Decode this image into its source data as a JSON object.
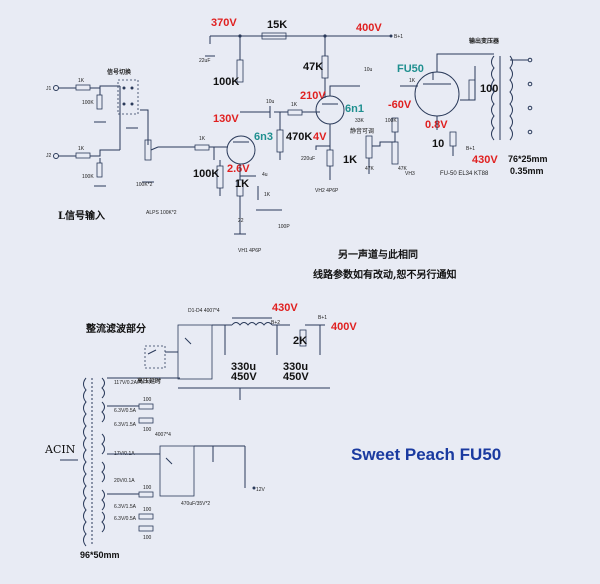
{
  "title": "Sweet Peach  FU50",
  "note_line1": "另一声道与此相同",
  "note_line2": "线路参数如有改动,恕不另行通知",
  "input_label": "L信号输入",
  "signal_switch": "信号切换",
  "pot_label": "ALPS 100K*2",
  "output_transformer": "输出变压器",
  "rectifier_section": "整流滤波部分",
  "power_switch": "高压延时",
  "acin": "ACIN",
  "ptx_dims": "96*50mm",
  "otx_dims_1": "76*25mm",
  "otx_dims_2": "0.35mm",
  "tubes": {
    "v1": "6n3",
    "v2": "6n1",
    "v3": "FU50"
  },
  "voltages": {
    "v370": "370V",
    "v400a": "400V",
    "v130": "130V",
    "v2_6": "2.6V",
    "v210": "210V",
    "v4": "4V",
    "vneg60": "-60V",
    "v0_8": "0.8V",
    "v430a": "430V",
    "v430b": "430V",
    "v400b": "400V"
  },
  "resistors": {
    "r15k": "15K",
    "r100k_a": "100K",
    "r100k_b": "100K",
    "r1k_a": "1K",
    "r47k": "47K",
    "r470k": "470K",
    "r1k_b": "1K",
    "r100": "100",
    "r10": "10",
    "r2k": "2K"
  },
  "caps": {
    "c330_1": "330u",
    "c450_1": "450V",
    "c330_2": "330u",
    "c450_2": "450V"
  },
  "small": {
    "in_1k_a": "1K",
    "in_100k_a": "100K",
    "in_1k_b": "1K",
    "in_100k_b": "100K",
    "c22u": "22uF",
    "c10a": "10u",
    "c10b": "10u",
    "r1k_c": "1K",
    "c220u": "220uF",
    "c4u": "4u",
    "cap100p": "100P",
    "r22": "22",
    "c220u_b": "220uF",
    "r1k_d": "1K",
    "r33k": "33K",
    "r100k_c": "100K",
    "bias": "静音可调",
    "r47k_s": "47K",
    "r47k_t": "47K",
    "fu50_info": "FU-50 EL34 KT88",
    "heater1": "VH1 4P6P",
    "heater2": "VH2 4P6P",
    "heater3": "VH3",
    "b_plus1": "B+1",
    "b_plus2": "B+1",
    "b_plus3": "B+2",
    "b_plus4": "B+1",
    "sec1": "117V/0.2A",
    "sec2": "6.3V/0.5A",
    "sec3": "6.3V/1.5A",
    "sec4": "17V/0.1A",
    "sec5": "20V/0.1A",
    "sec6": "6.3V/1.5A",
    "sec7": "6.3V/0.5A",
    "r100_a": "100",
    "r100_b": "100",
    "r100_c": "100",
    "r100_d": "100",
    "r100_e": "100",
    "dide": "D1-D4 4007*4",
    "d4007": "4007*4",
    "c470": "470uF/35V*2",
    "vout": "12V"
  }
}
